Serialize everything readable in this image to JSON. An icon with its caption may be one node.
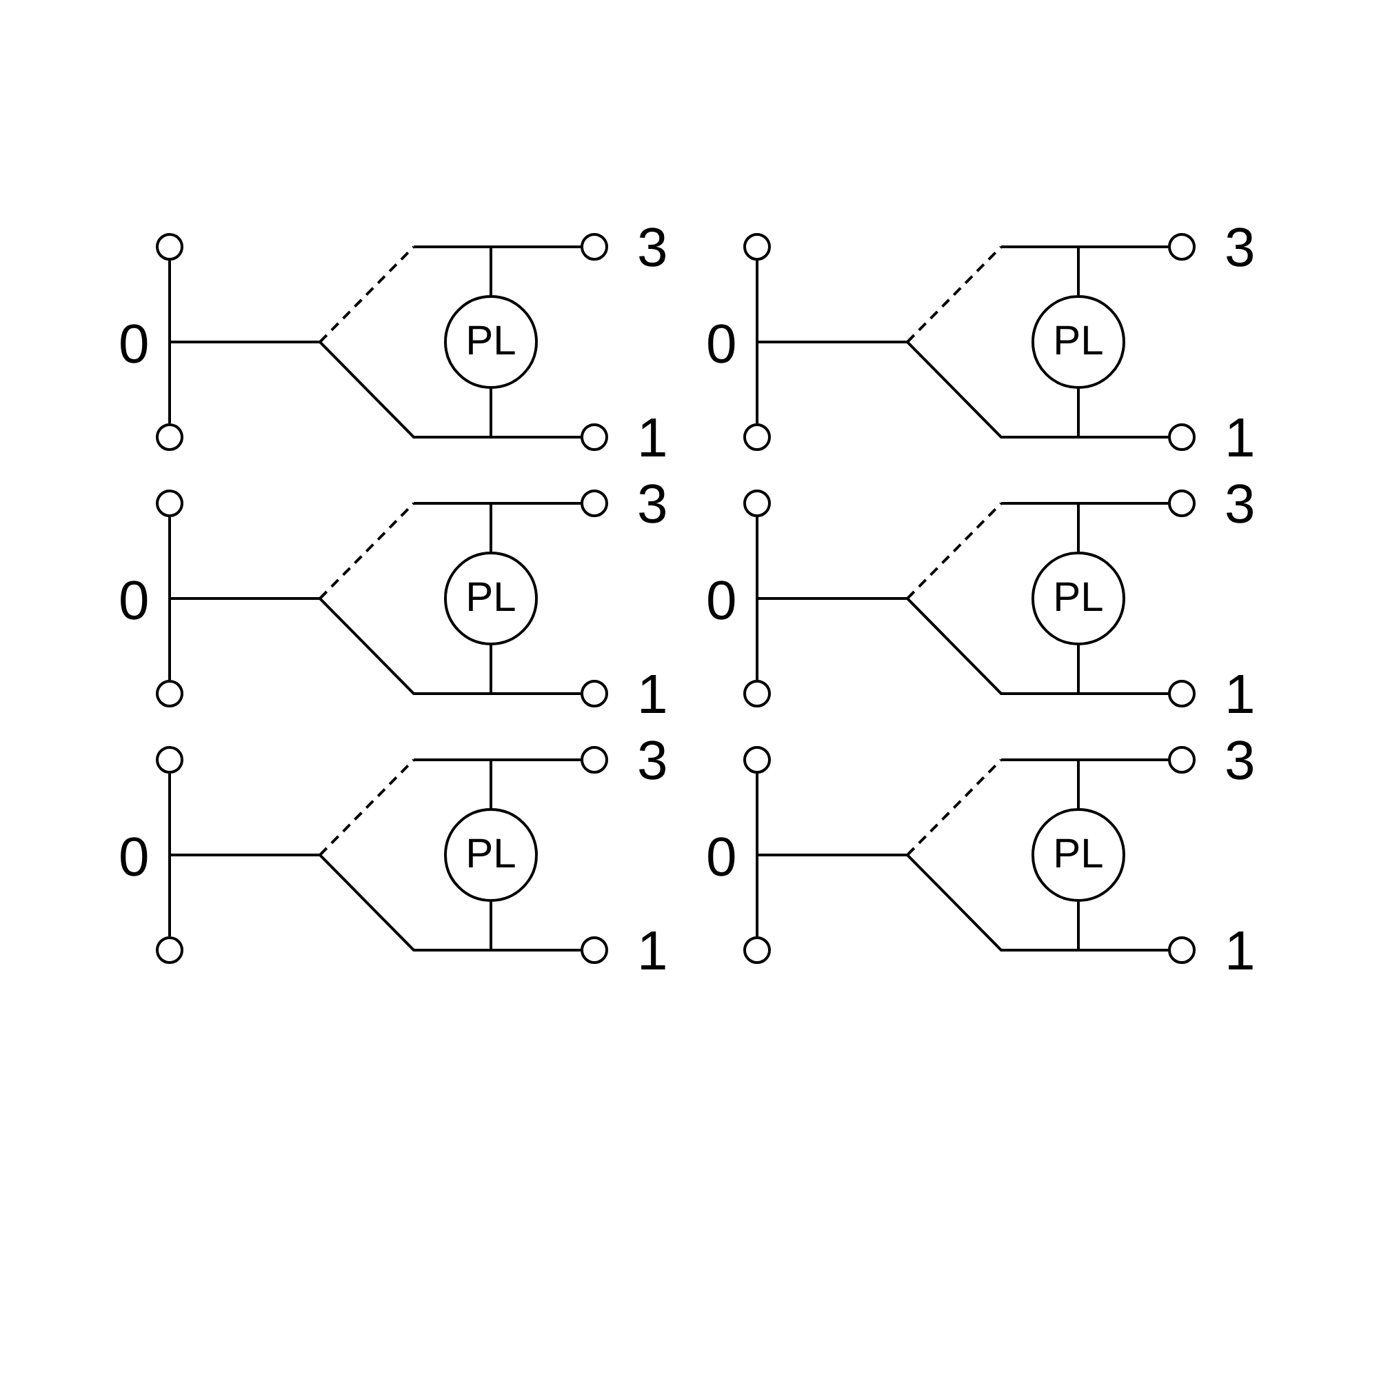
{
  "diagram": {
    "nodes": [
      {
        "text": [],
        "shape": "circle"
      },
      {
        "text": [],
        "shape": "circle"
      },
      {
        "text": [
          "PL"
        ]
      },
      {
        "text": [],
        "shape": "circle"
      },
      {
        "text": [],
        "shape": "circle"
      },
      {
        "text": [],
        "shape": "circle"
      },
      {
        "text": [],
        "shape": "circle"
      },
      {
        "text": [
          "PL"
        ]
      },
      {
        "text": [],
        "shape": "circle"
      },
      {
        "text": [],
        "shape": "circle"
      },
      {
        "text": [],
        "shape": "circle"
      },
      {
        "text": [],
        "shape": "circle"
      },
      {
        "text": [
          "PL"
        ]
      },
      {
        "text": [],
        "shape": "circle"
      },
      {
        "text": [],
        "shape": "circle"
      },
      {
        "text": [],
        "shape": "circle"
      },
      {
        "text": [],
        "shape": "circle"
      },
      {
        "text": [
          "PL"
        ]
      },
      {
        "text": [],
        "shape": "circle"
      },
      {
        "text": [],
        "shape": "circle"
      },
      {
        "text": [],
        "shape": "circle"
      },
      {
        "text": [],
        "shape": "circle"
      },
      {
        "text": [
          "PL"
        ]
      },
      {
        "text": [],
        "shape": "circle"
      },
      {
        "text": [],
        "shape": "circle"
      },
      {
        "text": [],
        "shape": "circle"
      },
      {
        "text": [],
        "shape": "circle"
      },
      {
        "text": [
          "PL"
        ]
      },
      {
        "text": [],
        "shape": "circle"
      },
      {
        "text": [],
        "shape": "circle"
      }
    ],
    "edges": [
      {
        "from": 0,
        "to": 3,
        "arrow": "none"
      },
      {
        "from": 2,
        "to": 1,
        "arrow": "none"
      },
      {
        "from": 2,
        "to": 4,
        "arrow": "none"
      },
      {
        "from": 5,
        "to": 8,
        "arrow": "none"
      },
      {
        "from": 7,
        "to": 6,
        "arrow": "none"
      },
      {
        "from": 7,
        "to": 9,
        "arrow": "none"
      },
      {
        "from": 10,
        "to": 13,
        "arrow": "none"
      },
      {
        "from": 12,
        "to": 11,
        "arrow": "none"
      },
      {
        "from": 12,
        "to": 14,
        "arrow": "none"
      },
      {
        "from": 15,
        "to": 18,
        "arrow": "none"
      },
      {
        "from": 17,
        "to": 16,
        "arrow": "none"
      },
      {
        "from": 17,
        "to": 19,
        "arrow": "none"
      },
      {
        "from": 20,
        "to": 23,
        "arrow": "none"
      },
      {
        "from": 22,
        "to": 21,
        "arrow": "none"
      },
      {
        "from": 22,
        "to": 24,
        "arrow": "none"
      },
      {
        "from": 25,
        "to": 28,
        "arrow": "none"
      },
      {
        "from": 27,
        "to": 26,
        "arrow": "none"
      },
      {
        "from": 27,
        "to": 29,
        "arrow": "none"
      }
    ],
    "labels": [
      "3",
      "3",
      "0",
      "0",
      "1",
      "1",
      "3",
      "3",
      "0",
      "0",
      "1",
      "1",
      "3",
      "3",
      "0",
      "0",
      "1",
      "1"
    ]
  }
}
